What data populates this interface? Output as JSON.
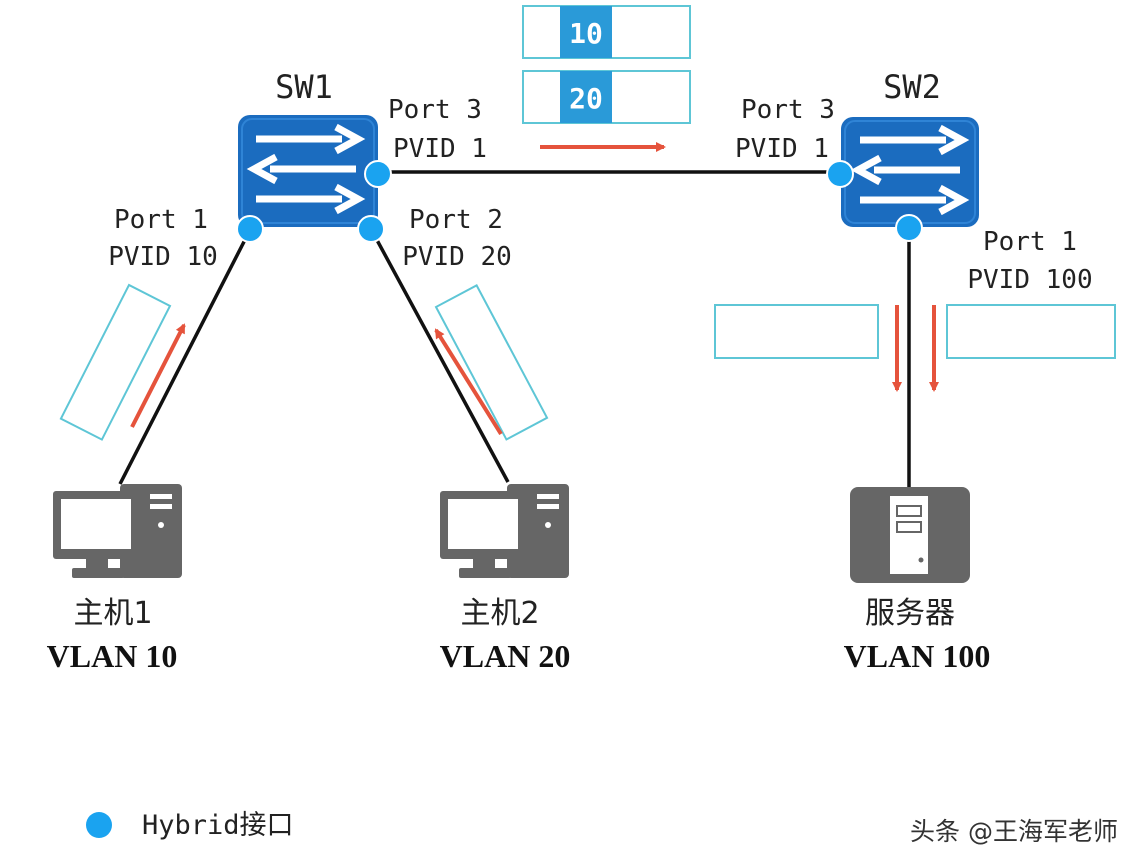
{
  "colors": {
    "switch_fill": "#1b6cbf",
    "switch_fill_dark": "#175ea9",
    "port_dot": "#1aa3f0",
    "tag_blue": "#2a9ad8",
    "frame_stroke": "#5ec6d6",
    "arrow_red": "#e5533c",
    "device_gray": "#666666",
    "link": "#111111"
  },
  "switches": {
    "sw1": {
      "name": "SW1",
      "icon": "switch-icon"
    },
    "sw2": {
      "name": "SW2",
      "icon": "switch-icon"
    }
  },
  "ports": {
    "sw1_port3": {
      "port": "Port 3",
      "pvid": "PVID 1"
    },
    "sw1_port1": {
      "port": "Port 1",
      "pvid": "PVID 10"
    },
    "sw1_port2": {
      "port": "Port 2",
      "pvid": "PVID 20"
    },
    "sw2_port3": {
      "port": "Port 3",
      "pvid": "PVID 1"
    },
    "sw2_port1": {
      "port": "Port 1",
      "pvid": "PVID 100"
    }
  },
  "frames": {
    "trunk_tag_1": "10",
    "trunk_tag_2": "20"
  },
  "hosts": {
    "host1": {
      "name": "主机1",
      "vlan": "VLAN 10",
      "icon": "desktop-computer-icon"
    },
    "host2": {
      "name": "主机2",
      "vlan": "VLAN 20",
      "icon": "desktop-computer-icon"
    },
    "server": {
      "name": "服务器",
      "vlan": "VLAN 100",
      "icon": "server-icon"
    }
  },
  "legend": {
    "label": "Hybrid接口",
    "icon": "port-dot-icon"
  },
  "watermark": "头条 @王海军老师"
}
